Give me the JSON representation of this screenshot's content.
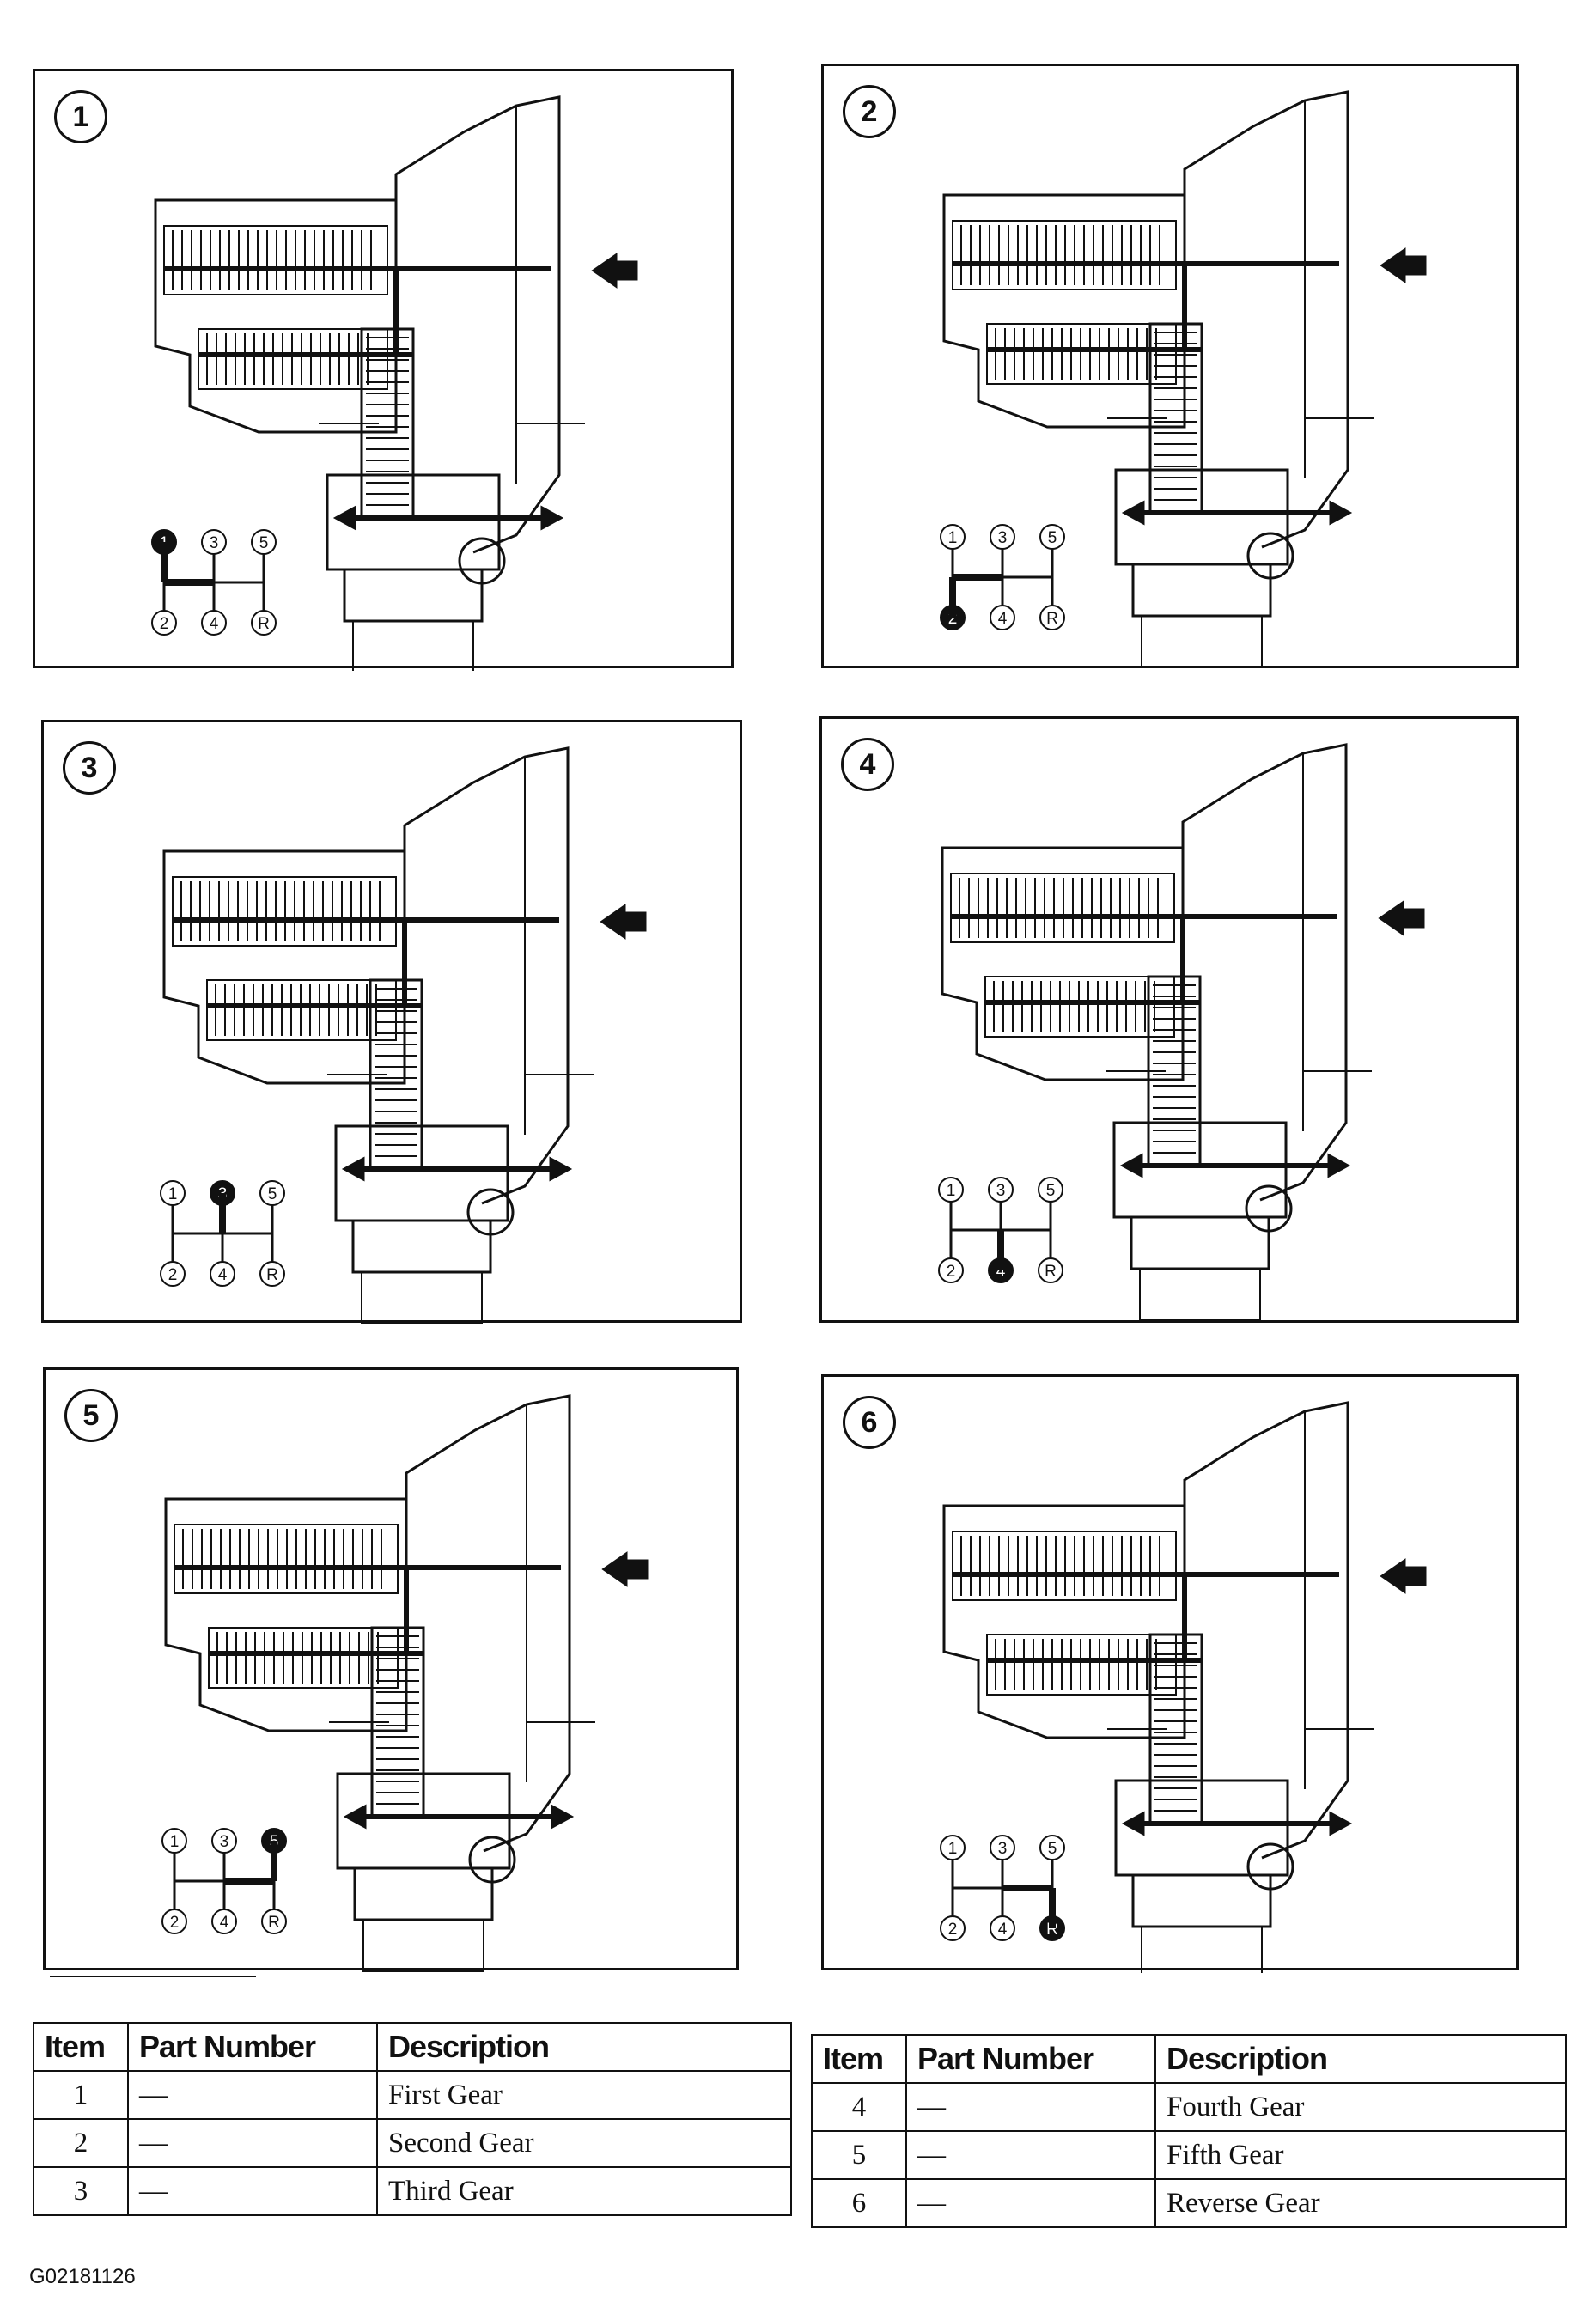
{
  "panels": [
    {
      "num": "1",
      "selected": "1"
    },
    {
      "num": "2",
      "selected": "2"
    },
    {
      "num": "3",
      "selected": "3"
    },
    {
      "num": "4",
      "selected": "4"
    },
    {
      "num": "5",
      "selected": "5"
    },
    {
      "num": "6",
      "selected": "R"
    }
  ],
  "shift_pattern": {
    "top": [
      "1",
      "3",
      "5"
    ],
    "bottom": [
      "2",
      "4",
      "R"
    ]
  },
  "table_left": {
    "headers": [
      "Item",
      "Part Number",
      "Description"
    ],
    "rows": [
      {
        "item": "1",
        "part": "—",
        "desc": "First Gear"
      },
      {
        "item": "2",
        "part": "—",
        "desc": "Second Gear"
      },
      {
        "item": "3",
        "part": "—",
        "desc": "Third Gear"
      }
    ]
  },
  "table_right": {
    "headers": [
      "Item",
      "Part Number",
      "Description"
    ],
    "rows": [
      {
        "item": "4",
        "part": "—",
        "desc": "Fourth Gear"
      },
      {
        "item": "5",
        "part": "—",
        "desc": "Fifth Gear"
      },
      {
        "item": "6",
        "part": "—",
        "desc": "Reverse Gear"
      }
    ]
  },
  "figure_id": "G02181126"
}
